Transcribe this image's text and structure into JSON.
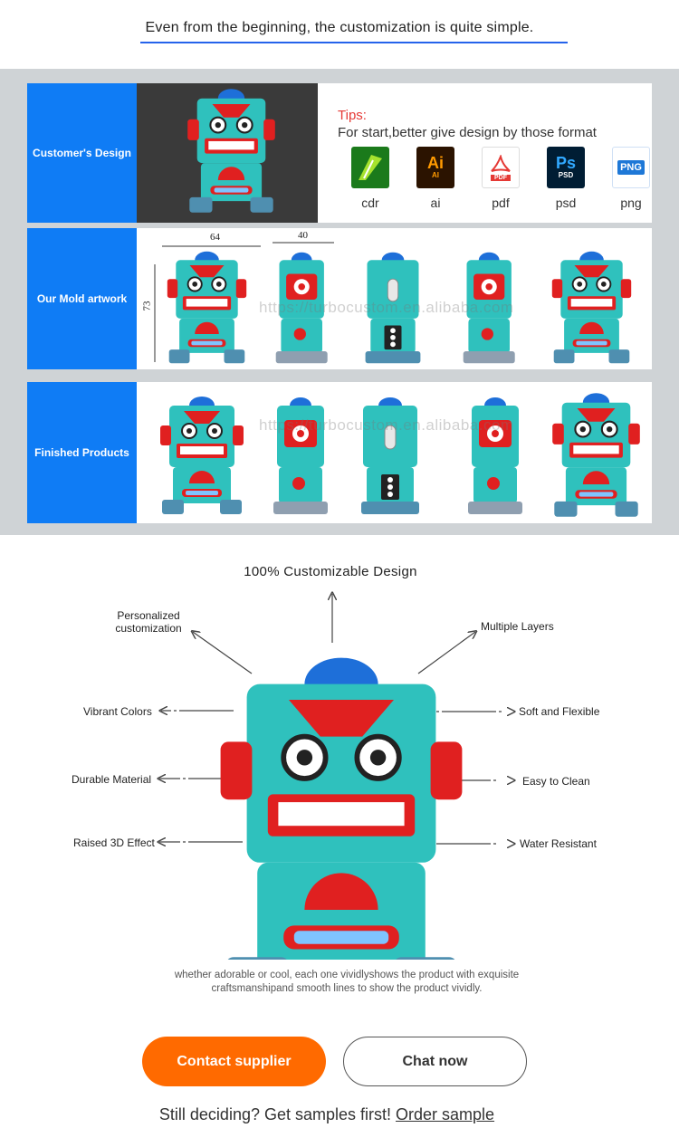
{
  "headline": "Even from the beginning, the customization is quite simple.",
  "process": {
    "rows": [
      {
        "label": "Customer's Design"
      },
      {
        "label": "Our Mold artwork"
      },
      {
        "label": "Finished Products"
      }
    ],
    "tips": {
      "title": "Tips:",
      "text": "For start,better give design by those format",
      "formats": [
        {
          "label": "cdr",
          "icon": "coreldraw-icon"
        },
        {
          "label": "ai",
          "icon": "illustrator-icon",
          "glyph": "Ai",
          "sub": "AI"
        },
        {
          "label": "pdf",
          "icon": "pdf-icon",
          "sub": "PDF"
        },
        {
          "label": "psd",
          "icon": "photoshop-icon",
          "glyph": "Ps",
          "sub": "PSD"
        },
        {
          "label": "png",
          "icon": "png-icon",
          "glyph": "PNG"
        }
      ]
    },
    "dimensions": {
      "width_a": "64",
      "width_b": "40",
      "height": "73"
    },
    "watermark": "https://turbocustom.en.alibaba.com"
  },
  "features": {
    "title": "100% Customizable Design",
    "left": [
      "Personalized customization",
      "Vibrant Colors",
      "Durable Material",
      "Raised 3D Effect"
    ],
    "right": [
      "Multiple Layers",
      "Soft and Flexible",
      "Easy to Clean",
      "Water Resistant"
    ]
  },
  "caption": {
    "line1": "whether adorable or cool, each one vividlyshows the product with exquisite",
    "line2": "craftsmanshipand smooth lines to show the product vividly."
  },
  "buttons": {
    "contact": "Contact supplier",
    "chat": "Chat now"
  },
  "footer": {
    "text": "Still deciding? Get samples first!",
    "link": "Order sample"
  },
  "colors": {
    "accent_blue": "#0f7cf5",
    "orange": "#ff6a00",
    "teal": "#2fc1bd",
    "red": "#e02020"
  }
}
